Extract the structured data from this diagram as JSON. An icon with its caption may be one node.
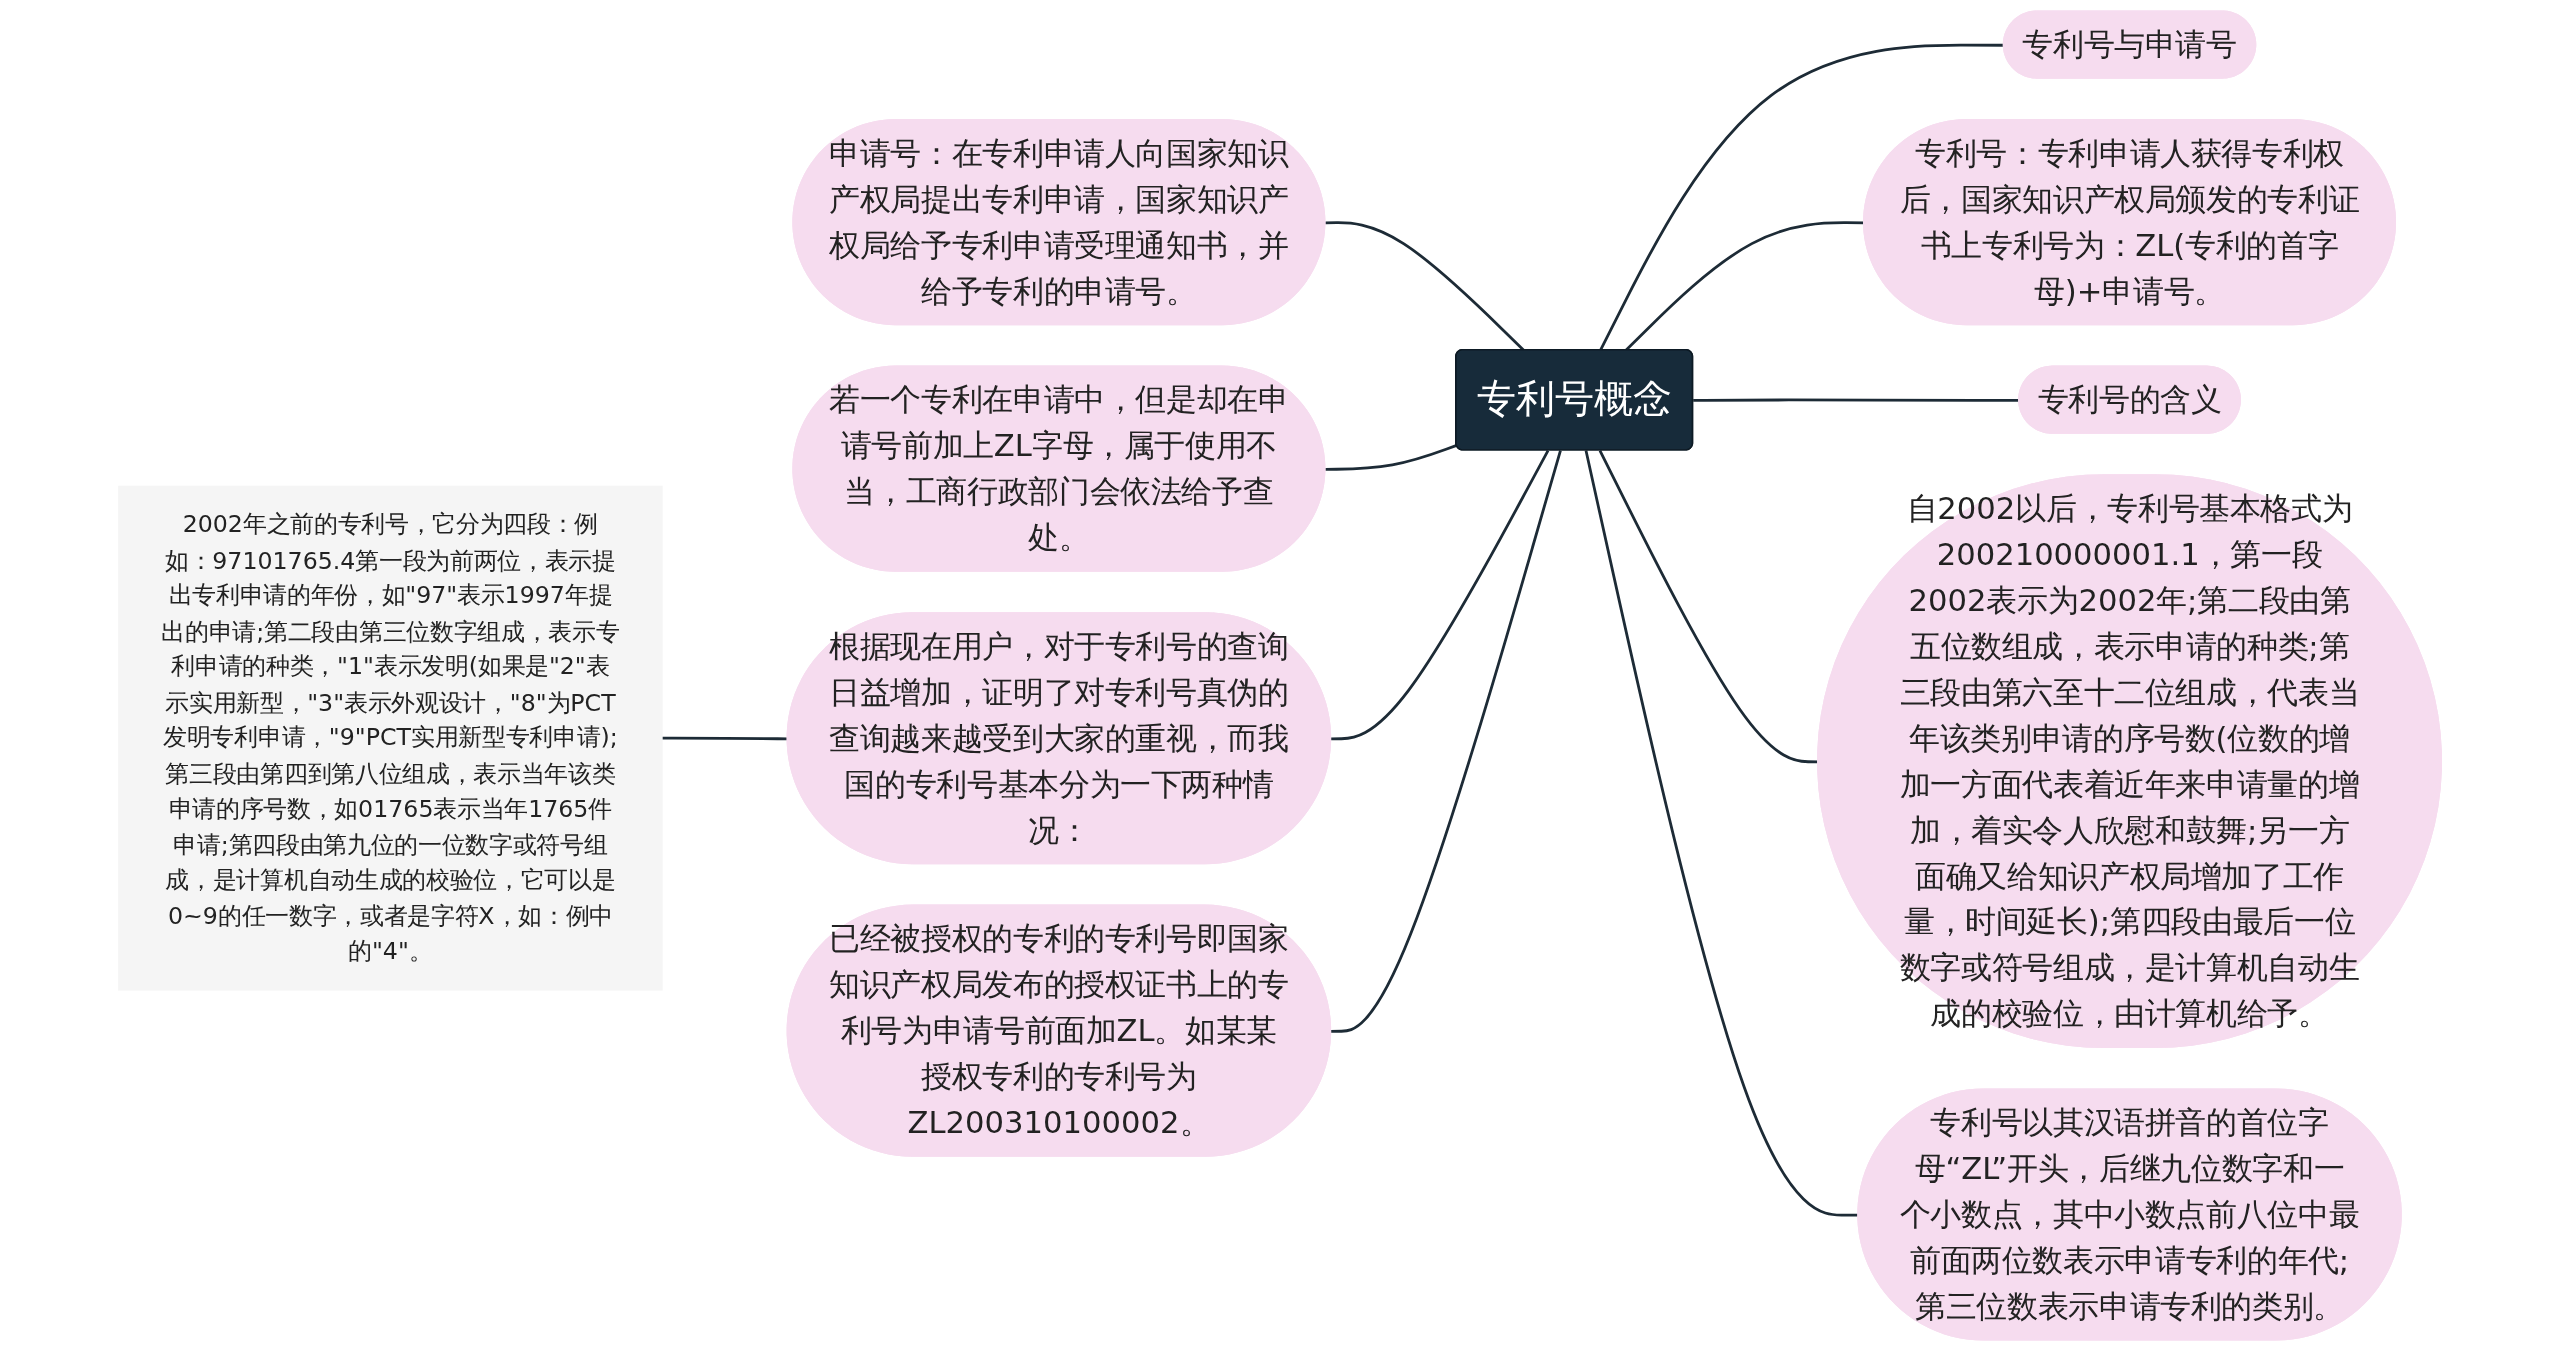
{
  "diagram": {
    "nodes": [
      {
        "text": [
          "专利号概念"
        ]
      },
      {
        "text": [
          "专利号与申请号"
        ]
      },
      {
        "text": [
          "专利号：专利申请人获得专利权后，国家知识产权局颁发的专利证书上专利号为：ZL(专利的首字母)+申请号。"
        ]
      },
      {
        "text": [
          "专利号的含义"
        ]
      },
      {
        "text": [
          "自2002以后，专利号基本格式为200210000001.1，第一段2002表示为2002年;第二段由第五位数组成，表示申请的种类;第三段由第六至十二位组成，代表当年该类别申请的序号数(位数的增加一方面代表着近年来申请量的增加，着实令人欣慰和鼓舞;另一方面确又给知识产权局增加了工作量，时间延长);第四段由最后一位数字或符号组成，是计算机自动生成的校验位，由计算机给予。"
        ]
      },
      {
        "text": [
          "专利号以其汉语拼音的首位字母“ZL”开头，后继九位数字和一个小数点，其中小数点前八位中最前面两位数表示申请专利的年代;第三位数表示申请专利的类别。"
        ]
      },
      {
        "text": [
          "申请号：在专利申请人向国家知识产权局提出专利申请，国家知识产权局给予专利申请受理通知书，并给予专利的申请号。"
        ]
      },
      {
        "text": [
          "若一个专利在申请中，但是却在申请号前加上ZL字母，属于使用不当，工商行政部门会依法给予查处。"
        ]
      },
      {
        "text": [
          "根据现在用户，对于专利号的查询日益增加，证明了对专利号真伪的查询越来越受到大家的重视，而我国的专利号基本分为一下两种情况："
        ]
      },
      {
        "text": [
          "已经被授权的专利的专利号即国家知识产权局发布的授权证书上的专利号为申请号前面加ZL。如某某授权专利的专利号为ZL200310100002。"
        ]
      },
      {
        "text": [
          "2002年之前的专利号，它分为四段：例如：97101765.4第一段为前两位，表示提出专利申请的年份，如\"97\"表示1997年提出的申请;第二段由第三位数字组成，表示专利申请的种类，\"1\"表示发明(如果是\"2\"表示实用新型，\"3\"表示外观设计，\"8\"为PCT发明专利申请，\"9\"PCT实用新型专利申请);第三段由第四到第八位组成，表示当年该类申请的序号数，如01765表示当年1765件申请;第四段由第九位的一位数字或符号组成，是计算机自动生成的校验位，它可以是0~9的任一数字，或者是字符X，如：例中的\"4\"。"
        ]
      }
    ],
    "edges": [
      {
        "from": 0,
        "to": 1,
        "arrow": "none"
      },
      {
        "from": 0,
        "to": 2,
        "arrow": "none"
      },
      {
        "from": 0,
        "to": 3,
        "arrow": "none"
      },
      {
        "from": 0,
        "to": 4,
        "arrow": "none"
      },
      {
        "from": 0,
        "to": 5,
        "arrow": "none"
      },
      {
        "from": 6,
        "to": 0,
        "arrow": "none"
      },
      {
        "from": 7,
        "to": 0,
        "arrow": "none"
      },
      {
        "from": 8,
        "to": 0,
        "arrow": "none"
      },
      {
        "from": 9,
        "to": 0,
        "arrow": "none"
      },
      {
        "from": 10,
        "to": 8,
        "arrow": "none"
      }
    ]
  }
}
